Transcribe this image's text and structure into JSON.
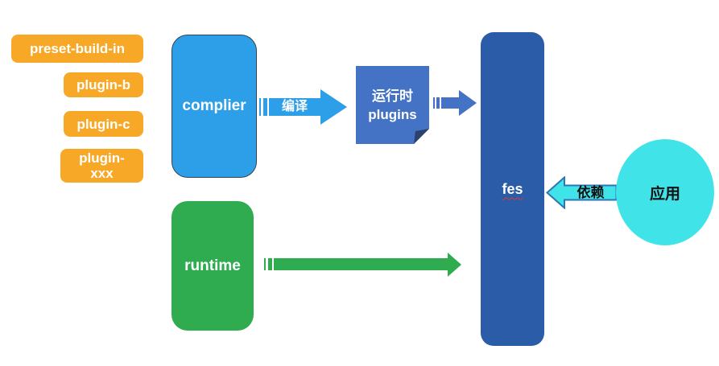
{
  "diagram": {
    "background": "#ffffff",
    "plugin_stack": {
      "color": "#F7A827",
      "items": [
        {
          "label": "preset-build-in"
        },
        {
          "label": "plugin-b"
        },
        {
          "label": "plugin-c"
        },
        {
          "label": "plugin-xxx"
        }
      ]
    },
    "nodes": {
      "complier": {
        "label": "complier",
        "color": "#2D9FE8"
      },
      "runtime": {
        "label": "runtime",
        "color": "#2EAC4F"
      },
      "runtime_plugins": {
        "line1": "运行时",
        "line2": "plugins",
        "color": "#4472C4"
      },
      "fes": {
        "label": "fes",
        "color": "#2A5CA8"
      },
      "app": {
        "label": "应用",
        "color": "#40E4E8"
      }
    },
    "arrows": {
      "compile": {
        "label": "编译",
        "color": "#2D9FE8"
      },
      "plugins_to_fes": {
        "color": "#4472C4"
      },
      "runtime_to_fes": {
        "color": "#2EAC4F"
      },
      "depend": {
        "label": "依赖",
        "fill": "#40E4E8",
        "border": "#2E75B6"
      }
    }
  }
}
